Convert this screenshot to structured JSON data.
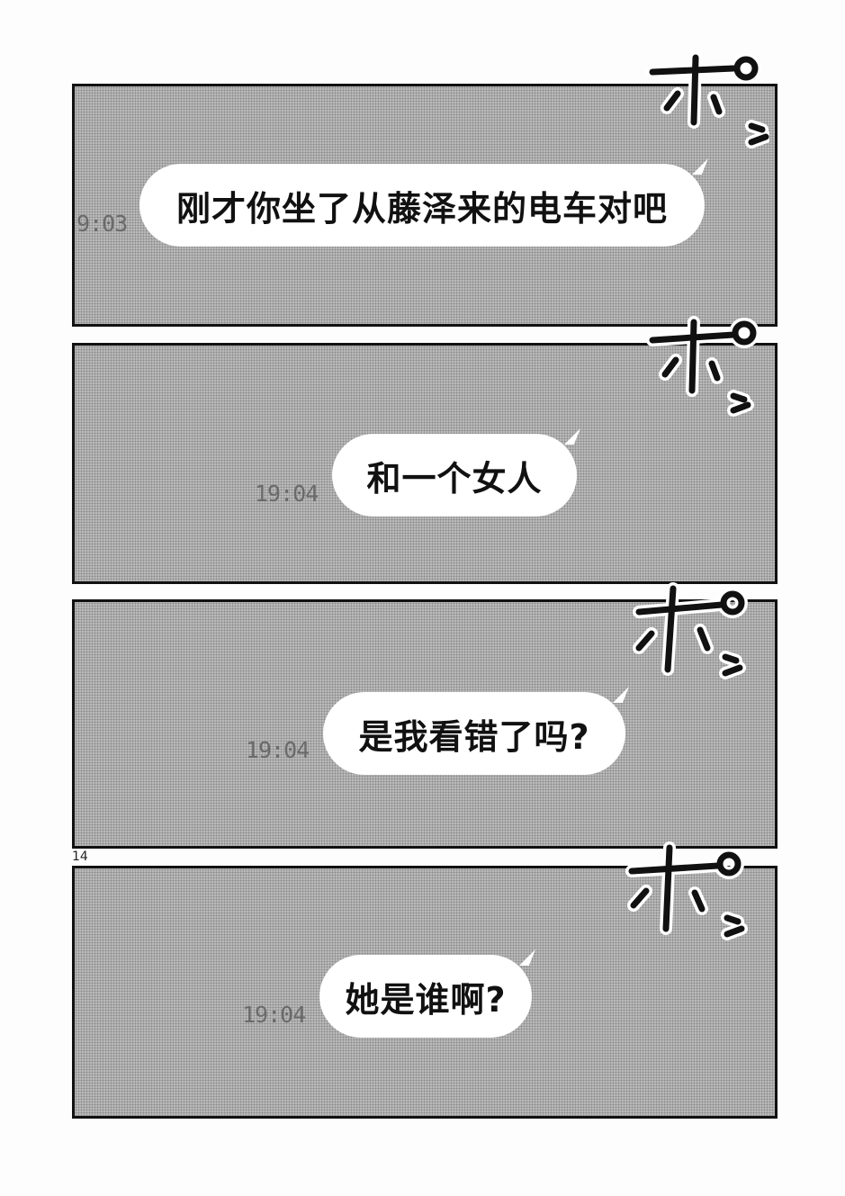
{
  "page_number": "14",
  "panels": [
    {
      "time": "9:03",
      "message": "刚才你坐了从藤泽来的电车对吧",
      "sfx": "ポン"
    },
    {
      "time": "19:04",
      "message": "和一个女人",
      "sfx": "ポン"
    },
    {
      "time": "19:04",
      "message": "是我看错了吗?",
      "sfx": "ポン"
    },
    {
      "time": "19:04",
      "message": "她是谁啊?",
      "sfx": "ポン"
    }
  ]
}
